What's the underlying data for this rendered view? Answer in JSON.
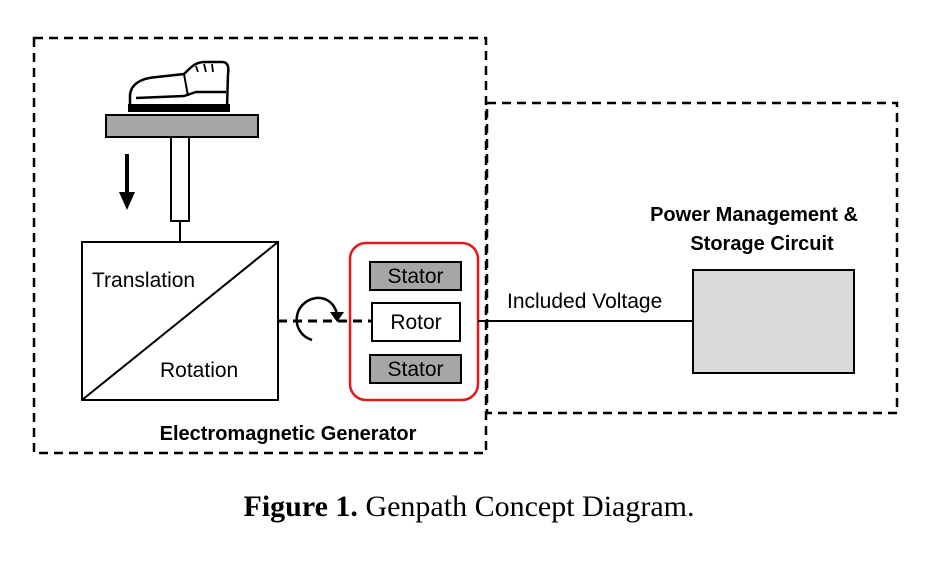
{
  "diagram": {
    "generator_label": "Electromagnetic Generator",
    "translation_label": "Translation",
    "rotation_label": "Rotation",
    "stator_top_label": "Stator",
    "rotor_label": "Rotor",
    "stator_bottom_label": "Stator",
    "voltage_label": "Included Voltage",
    "power_label_line1": "Power Management &",
    "power_label_line2": "Storage Circuit",
    "colors": {
      "stator_fill": "#a6a6a6",
      "storage_fill": "#d9d9d9",
      "highlight": "#e0191b"
    },
    "icons": [
      "shoe-icon",
      "down-arrow-icon",
      "rotation-arrow-icon"
    ]
  },
  "caption": {
    "figure_number": "Figure 1.",
    "text": "Genpath Concept Diagram."
  }
}
